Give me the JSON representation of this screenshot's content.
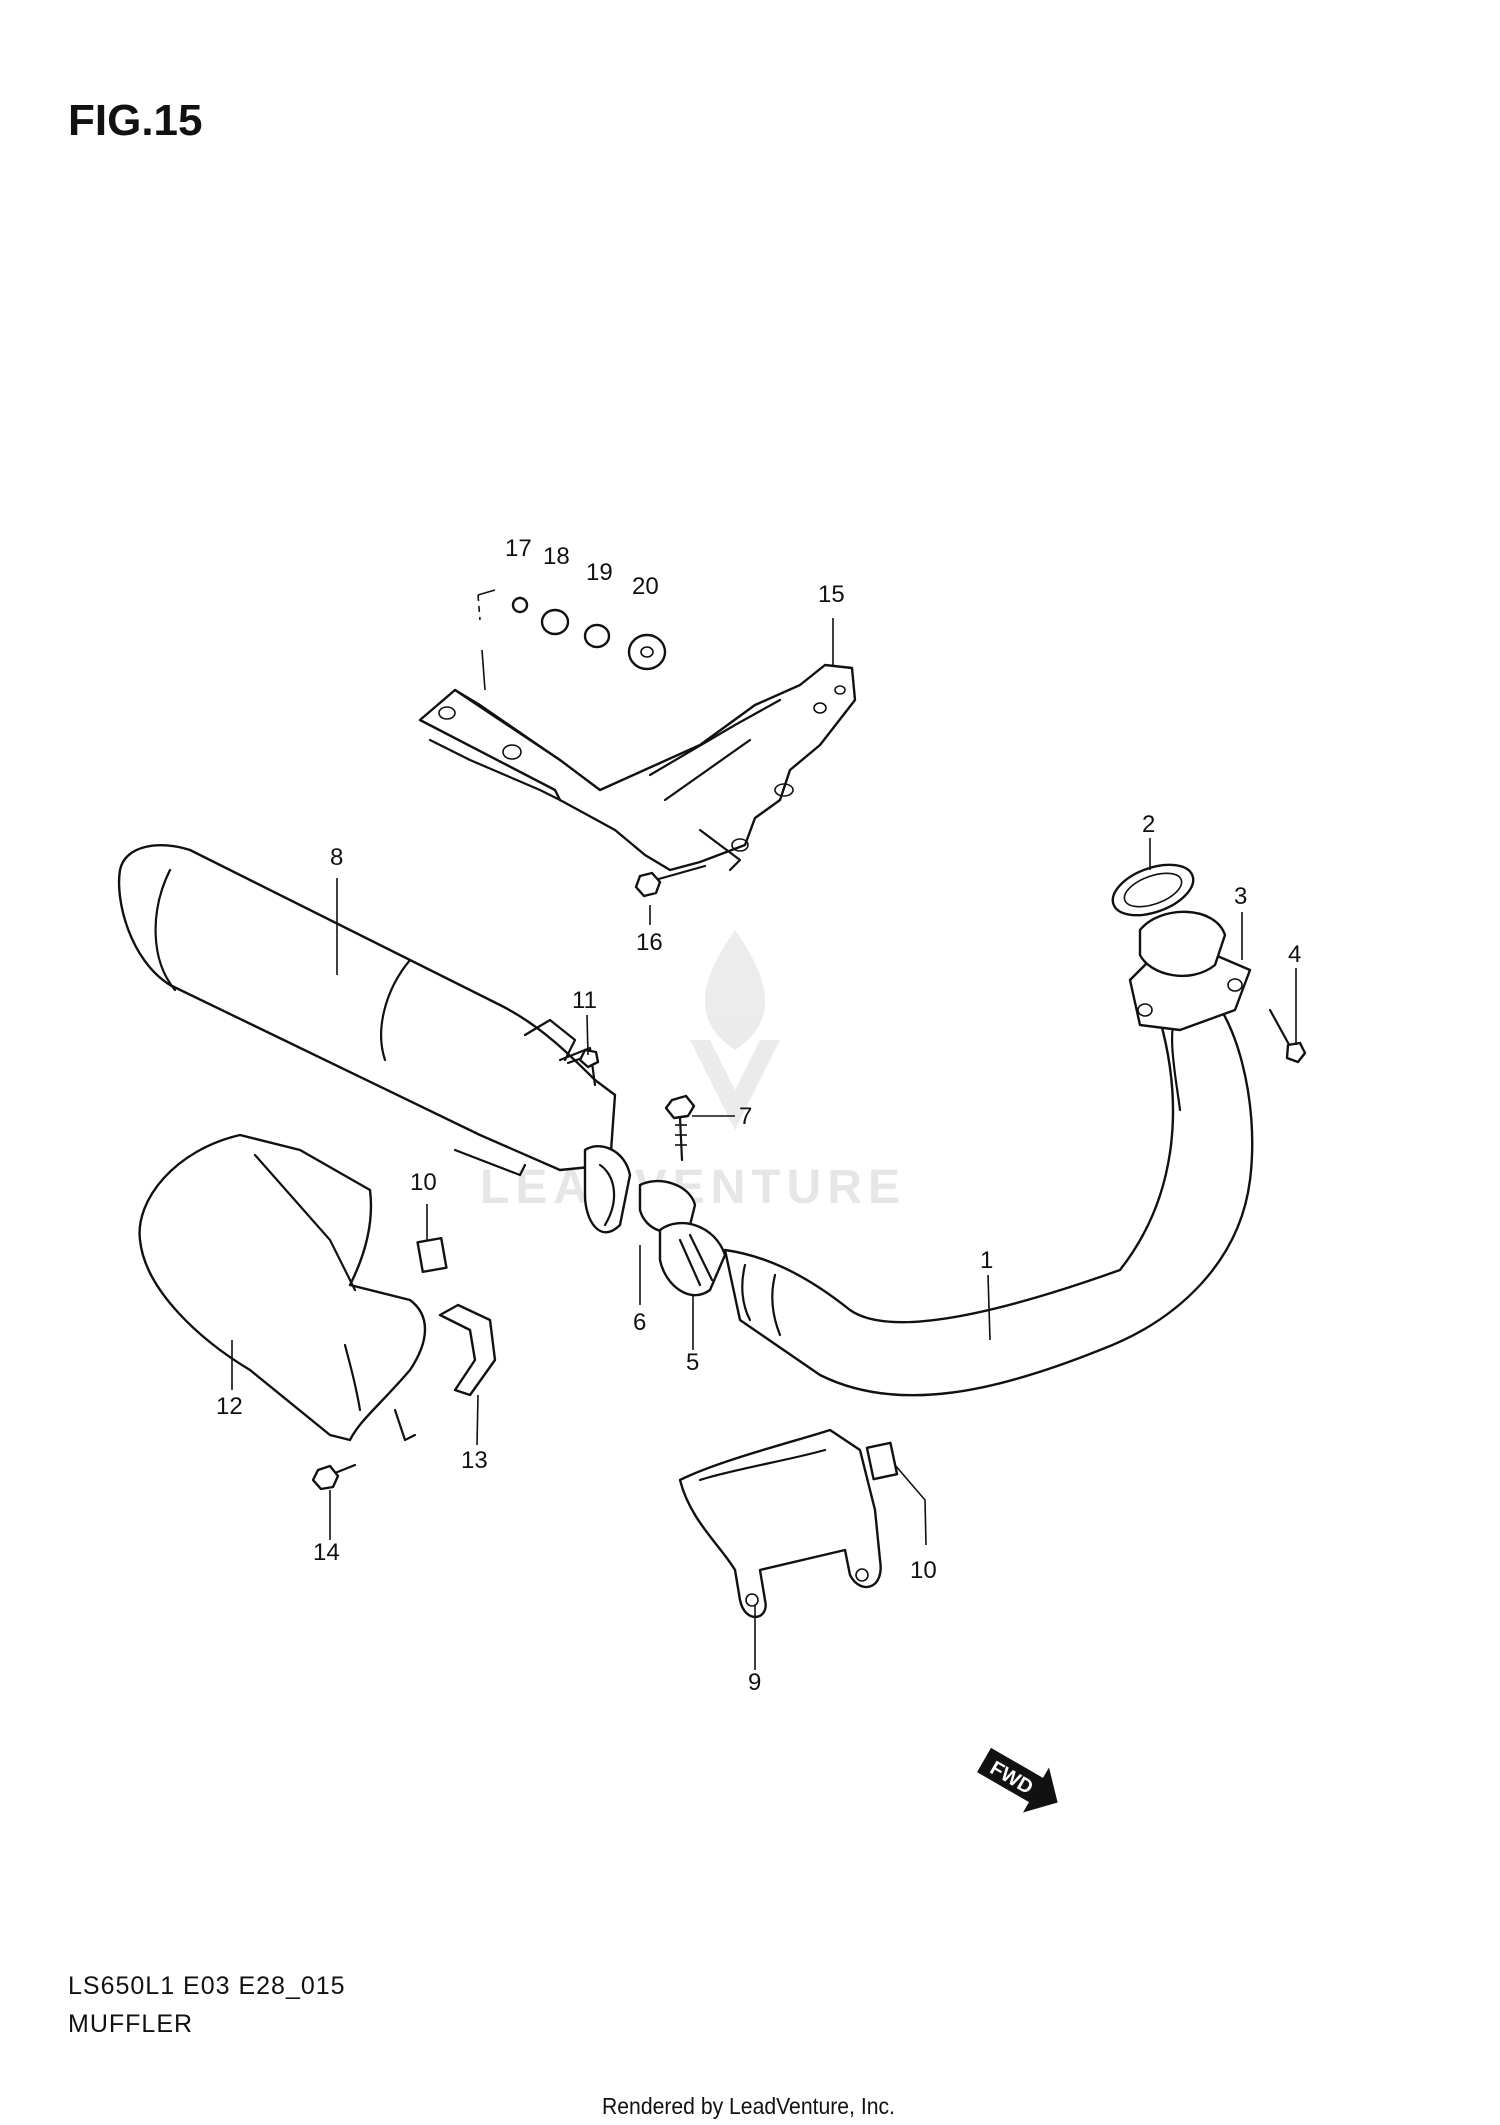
{
  "figure": {
    "title": "FIG.15"
  },
  "callouts": {
    "c1": "1",
    "c2": "2",
    "c3": "3",
    "c4": "4",
    "c5": "5",
    "c6": "6",
    "c7": "7",
    "c8": "8",
    "c9": "9",
    "c10a": "10",
    "c10b": "10",
    "c11": "11",
    "c12": "12",
    "c13": "13",
    "c14": "14",
    "c15": "15",
    "c16": "16",
    "c17": "17",
    "c18": "18",
    "c19": "19",
    "c20": "20"
  },
  "direction_arrow": {
    "label": "FWD"
  },
  "watermark": {
    "text": "LEADVENTURE"
  },
  "footer": {
    "code": "LS650L1 E03 E28_015",
    "title": "MUFFLER",
    "credit": "Rendered by LeadVenture, Inc."
  }
}
